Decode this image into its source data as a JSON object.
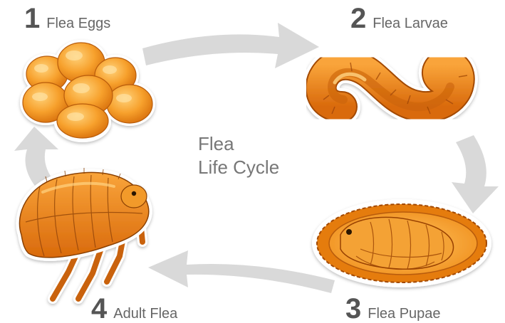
{
  "title": {
    "line1": "Flea",
    "line2": "Life Cycle"
  },
  "stages": [
    {
      "number": "1",
      "name": "Flea Eggs",
      "icon": "flea-eggs-illustration"
    },
    {
      "number": "2",
      "name": "Flea Larvae",
      "icon": "flea-larva-illustration"
    },
    {
      "number": "3",
      "name": "Flea Pupae",
      "icon": "flea-pupa-illustration"
    },
    {
      "number": "4",
      "name": "Adult Flea",
      "icon": "adult-flea-illustration"
    }
  ],
  "colors": {
    "orange_light": "#ffb84a",
    "orange": "#f28c1e",
    "orange_dark": "#c45a08",
    "outline": "#8a3f05",
    "arrow": "#d9d9d9",
    "text": "#666666"
  }
}
